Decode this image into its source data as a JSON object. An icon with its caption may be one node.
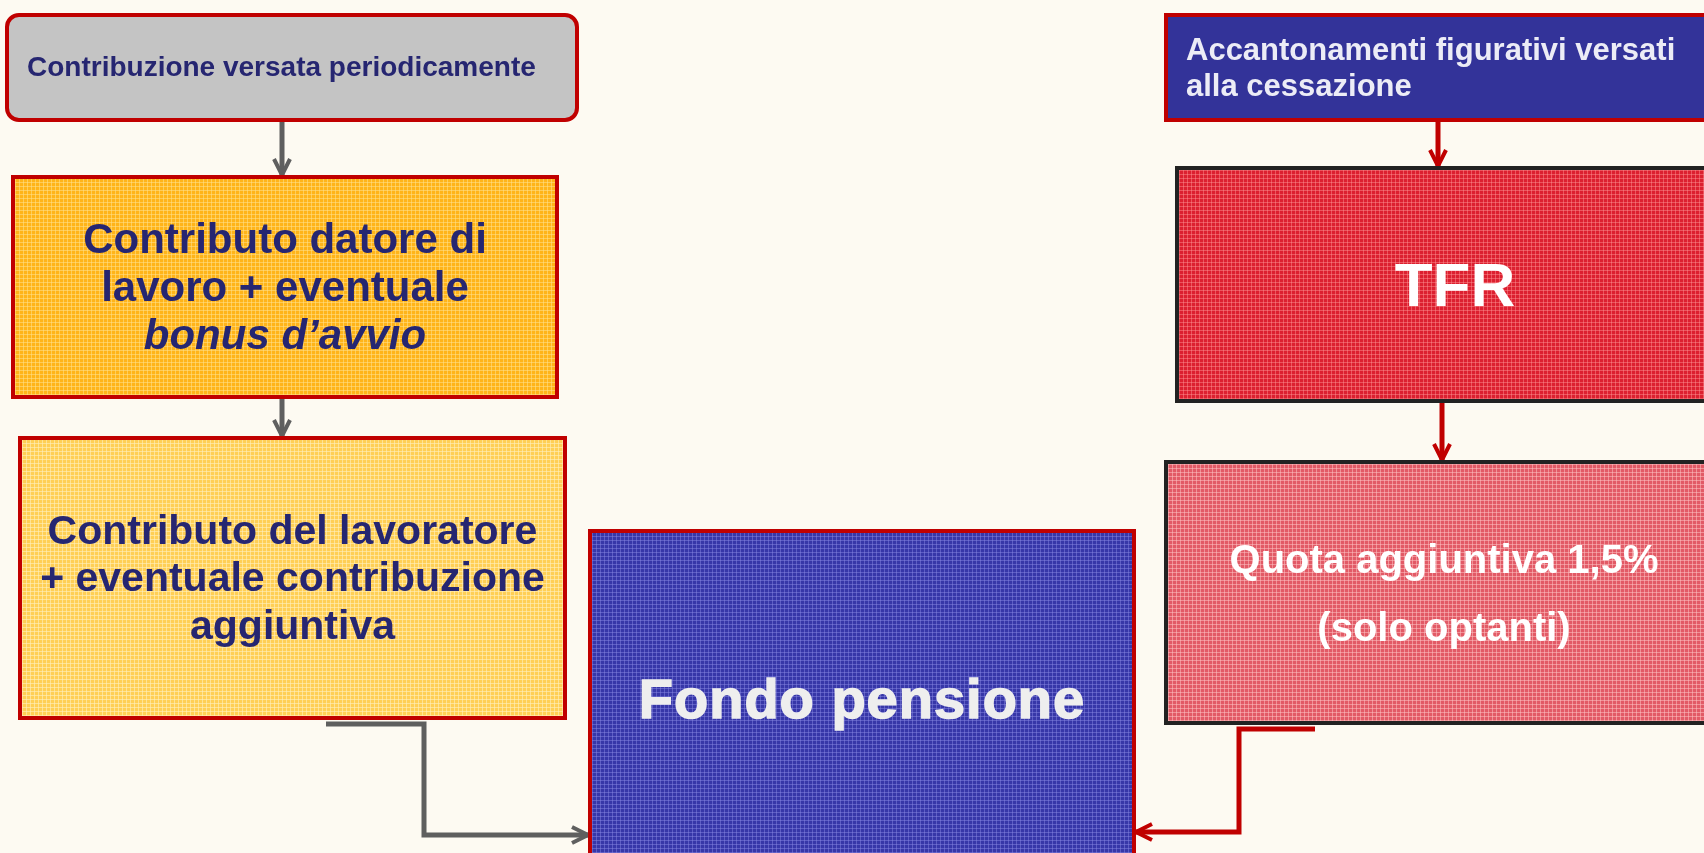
{
  "diagram": {
    "nodes": [
      {
        "text": [
          "Contribuzione versata periodicamente"
        ]
      },
      {
        "text": [
          "Contributo datore di lavoro + eventuale *bonus d’avvio*"
        ]
      },
      {
        "text": [
          "Contributo del lavoratore + eventuale contribuzione aggiuntiva"
        ]
      },
      {
        "text": [
          "Fondo pensione"
        ]
      },
      {
        "text": [
          "Accantonamenti  figurativi versati alla cessazione"
        ]
      },
      {
        "text": [
          "TFR"
        ]
      },
      {
        "text": [
          "Quota aggiuntiva 1,5% (solo optanti)"
        ]
      }
    ],
    "edges": [
      {
        "from": 0,
        "to": 1,
        "arrow": "to"
      },
      {
        "from": 1,
        "to": 2,
        "arrow": "to"
      },
      {
        "from": 2,
        "to": 3,
        "arrow": "to"
      },
      {
        "from": 4,
        "to": 5,
        "arrow": "to",
        "color": "#c00000"
      },
      {
        "from": 5,
        "to": 6,
        "arrow": "to",
        "color": "#c00000"
      },
      {
        "from": 6,
        "to": 3,
        "arrow": "to",
        "color": "#c00000"
      }
    ]
  }
}
